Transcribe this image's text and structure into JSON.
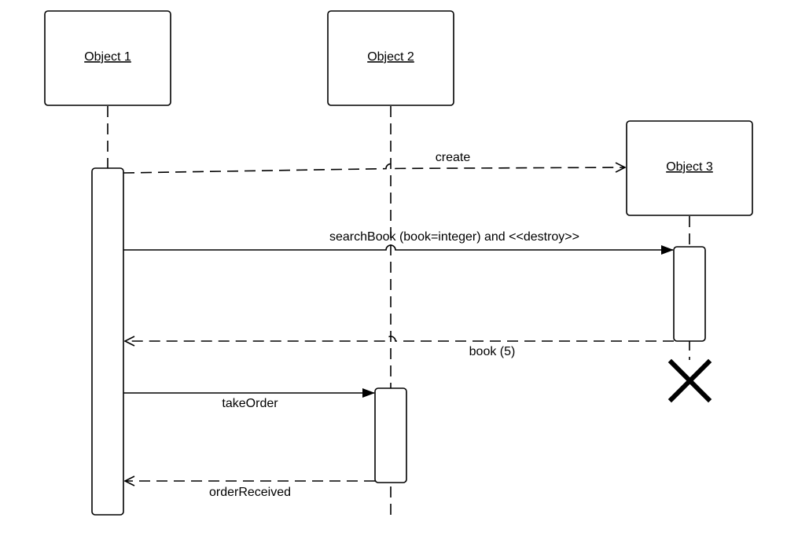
{
  "diagram": {
    "lifelines": [
      {
        "id": "obj1",
        "label": "Object 1"
      },
      {
        "id": "obj2",
        "label": "Object 2"
      },
      {
        "id": "obj3",
        "label": "Object 3"
      }
    ],
    "messages": [
      {
        "id": "create",
        "label": "create",
        "from": "obj1",
        "to": "obj3",
        "style": "dashed",
        "arrow": "open"
      },
      {
        "id": "search",
        "label": "searchBook (book=integer) and <<destroy>>",
        "from": "obj1",
        "to": "obj3",
        "style": "solid",
        "arrow": "filled"
      },
      {
        "id": "book",
        "label": "book (5)",
        "from": "obj3",
        "to": "obj1",
        "style": "dashed",
        "arrow": "open"
      },
      {
        "id": "take",
        "label": "takeOrder",
        "from": "obj1",
        "to": "obj2",
        "style": "solid",
        "arrow": "filled"
      },
      {
        "id": "received",
        "label": "orderReceived",
        "from": "obj2",
        "to": "obj1",
        "style": "dashed",
        "arrow": "open"
      }
    ],
    "destroyed": "obj3"
  }
}
